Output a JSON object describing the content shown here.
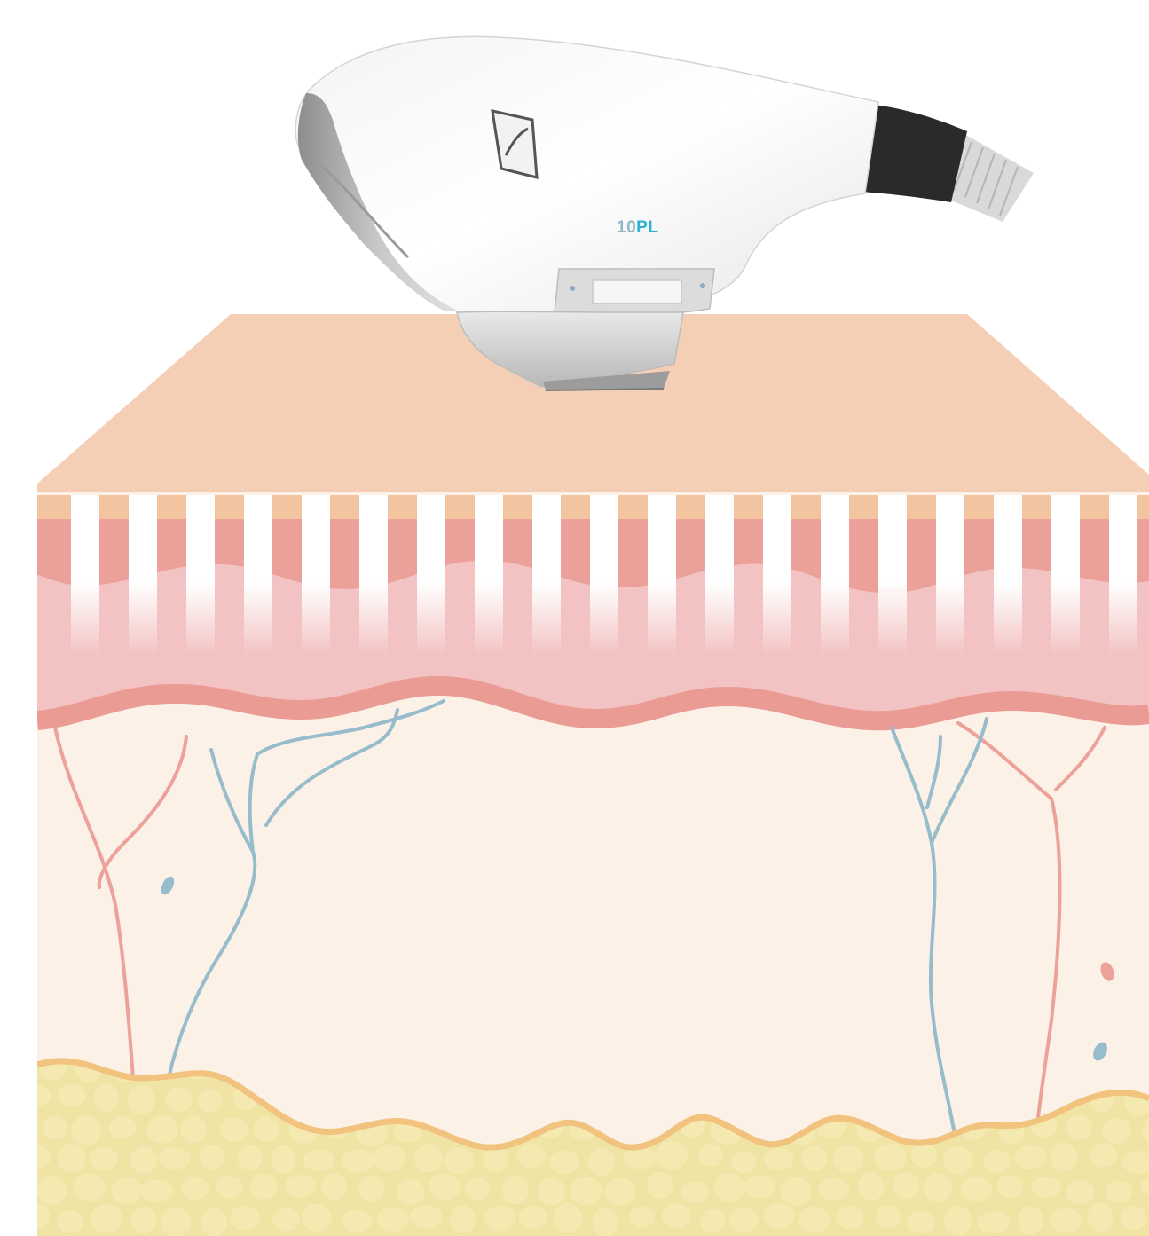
{
  "device": {
    "brand_prefix": "10",
    "brand_suffix": "PL",
    "icon": "ipl-handpiece-icon"
  },
  "skin": {
    "pulse_count": 19
  },
  "colors": {
    "skin_top": "#f5cfb5",
    "stratum_band": "#f3c4a0",
    "epidermis": "#eca09a",
    "papillary": "#f3c3c3",
    "basement_line": "#ea9b94",
    "dermis": "#fbf1e7",
    "fat_fill": "#f0e4a4",
    "fat_outline": "#f2c37e",
    "fat_cells": "#f5e9b2",
    "artery": "#eca29a",
    "vein": "#97bccb",
    "brand_prefix": "#8fb7c4",
    "brand_suffix": "#2eb0d6"
  }
}
